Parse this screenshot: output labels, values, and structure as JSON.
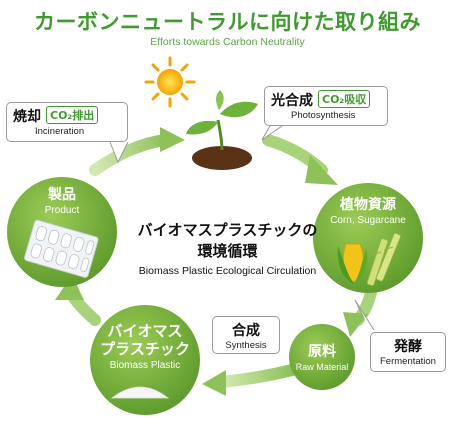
{
  "title": "カーボンニュートラルに向けた取り組み",
  "subtitle": "Efforts towards Carbon Neutrality",
  "center": {
    "jp_line1": "バイオマスプラスチックの",
    "jp_line2": "環境循環",
    "en": "Biomass Plastic Ecological Circulation"
  },
  "stages": {
    "plant_resources": {
      "jp": "植物資源",
      "en": "Corn, Sugarcane"
    },
    "raw_material": {
      "jp": "原料",
      "en": "Raw Material"
    },
    "biomass_plastic": {
      "jp_line1": "バイオマス",
      "jp_line2": "プラスチック",
      "en": "Biomass Plastic"
    },
    "product": {
      "jp": "製品",
      "en": "Product"
    }
  },
  "callouts": {
    "photosynthesis": {
      "jp": "光合成",
      "tag": "CO₂吸収",
      "en": "Photosynthesis"
    },
    "incineration": {
      "jp": "焼却",
      "tag": "CO₂排出",
      "en": "Incineration"
    },
    "synthesis": {
      "jp": "合成",
      "en": "Synthesis"
    },
    "fermentation": {
      "jp": "発酵",
      "en": "Fermentation"
    }
  },
  "colors": {
    "title_green": "#3f9b2e",
    "circle_green_light": "#8fc04a",
    "circle_green_dark": "#5c9a2b",
    "arrow_green": "#a9d37a",
    "sun_orange": "#f5a400",
    "sun_yellow": "#ffd21a",
    "soil_brown": "#5a3216"
  },
  "icons": {
    "sun": "sun-icon",
    "seedling": "seedling-icon",
    "corn": "corn-icon",
    "sugarcane": "sugarcane-icon",
    "pill_blister": "pill-blister-icon",
    "powder": "powder-icon"
  }
}
